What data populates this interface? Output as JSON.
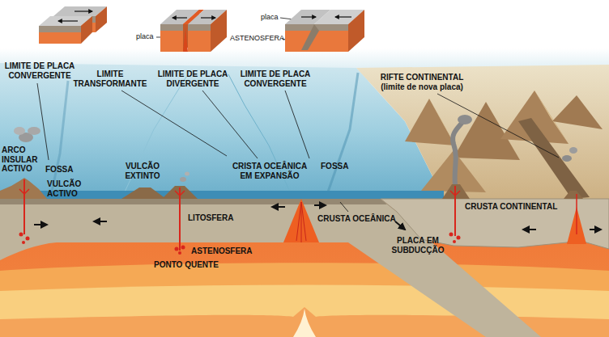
{
  "diagram": {
    "labels": [
      "placa",
      "placa",
      "ASTENOSFERA",
      "LIMITE DE PLACA CONVERGENTE",
      "LIMITE TRANSFORMANTE",
      "LIMITE DE PLACA DIVERGENTE",
      "LIMITE DE PLACA CONVERGENTE",
      "RIFTE CONTINENTAL (limite de nova placa)",
      "ARCO INSULAR ACTIVO",
      "FOSSA",
      "VULCÃO ACTIVO",
      "VULCÃO EXTINTO",
      "CRISTA OCEÂNICA EM EXPANSÃO",
      "FOSSA",
      "CRUSTA OCEÂNICA",
      "CRUSTA CONTINENTAL",
      "LITOSFERA",
      "ASTENOSFERA",
      "PONTO QUENTE",
      "PLACA EM SUBDUCÇÃO"
    ]
  }
}
